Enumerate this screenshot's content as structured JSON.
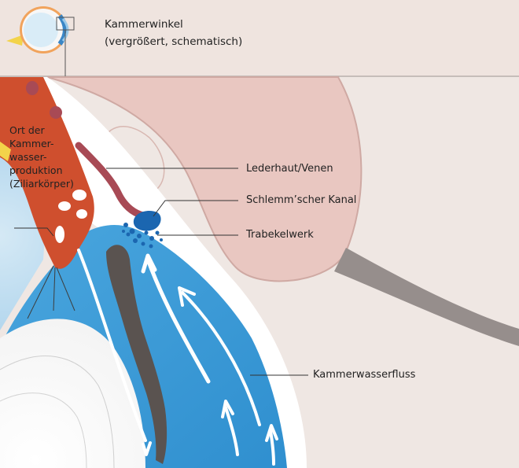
{
  "header": {
    "title": "Kammerwinkel",
    "subtitle": "(vergrößert, schematisch)"
  },
  "labels": {
    "production": "Ort der\nKammer-\nwasser-\nproduktion\n(Ziliarkörper)",
    "sclera_veins": "Lederhaut/Venen",
    "schlemm_canal": "Schlemm’scher Kanal",
    "trabecular": "Trabekelwerk",
    "flow": "Kammerwasserfluss"
  },
  "colors": {
    "background": "#efe7e3",
    "sclera_white": "#ffffff",
    "aqueous_blue": "#3a9bd6",
    "ciliary_orange": "#cf4f2e",
    "iris_dark": "#5a5350",
    "eyelid_pink": "#e9c7c1",
    "vein_red": "#a84a55",
    "schlemm_blue": "#1b66b0",
    "lens_gray": "#e6e6e6",
    "muscle_gray": "#968e8c"
  }
}
